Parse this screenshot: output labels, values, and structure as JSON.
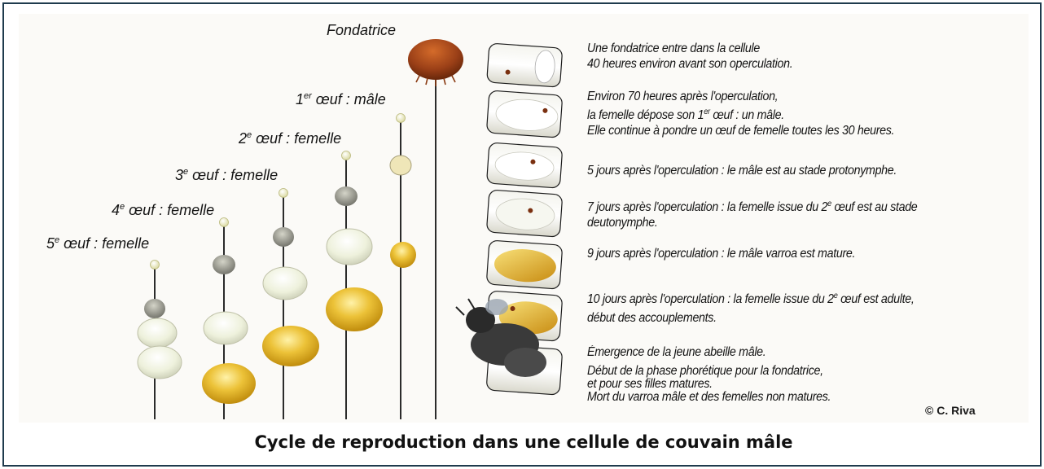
{
  "stage_labels": {
    "fondatrice": "Fondatrice",
    "oeuf1": {
      "num": "1",
      "sup": "er",
      "text": " œuf : mâle"
    },
    "oeuf2": {
      "num": "2",
      "sup": "e",
      "text": " œuf : femelle"
    },
    "oeuf3": {
      "num": "3",
      "sup": "e",
      "text": " œuf : femelle"
    },
    "oeuf4": {
      "num": "4",
      "sup": "e",
      "text": " œuf : femelle"
    },
    "oeuf5": {
      "num": "5",
      "sup": "e",
      "text": " œuf : femelle"
    }
  },
  "descriptions": {
    "d1": {
      "line1": "Une fondatrice entre dans la cellule",
      "line2": "40 heures environ avant son operculation."
    },
    "d2": {
      "line1": "Environ 70 heures après l'operculation,",
      "line2_a": "la femelle dépose son 1",
      "line2_sup": "er",
      "line2_b": " œuf : un mâle.",
      "line3": "Elle continue à pondre un œuf de femelle toutes les 30 heures."
    },
    "d3": {
      "line1": "5 jours après l'operculation : le mâle est au stade protonymphe."
    },
    "d4": {
      "line1_a": "7 jours après l'operculation : la femelle issue du 2",
      "line1_sup": "e",
      "line1_b": " œuf est au stade",
      "line2": "deutonymphe."
    },
    "d5": {
      "line1": "9 jours après l'operculation : le mâle varroa est mature."
    },
    "d6": {
      "line1_a": "10 jours après l'operculation : la femelle issue du 2",
      "line1_sup": "e",
      "line1_b": " œuf est adulte,",
      "line2": "début des accouplements."
    },
    "d7": {
      "line1": "Émergence de la jeune abeille mâle.",
      "line2": "Début de la phase phorétique pour la fondatrice,",
      "line3": "et pour ses filles matures.",
      "line4": "Mort du varroa mâle et des femelles non matures."
    }
  },
  "credit": "© C. Riva",
  "caption": "Cycle de reproduction dans une cellule de couvain mâle",
  "colors": {
    "frame": "#1f3b4d",
    "fondatrice": "#9a3f17",
    "adult_gold": "#e2a914",
    "nymph_white": "#f1f3e2",
    "protonymph_grey": "#8f8f86",
    "egg": "#f0efc0"
  }
}
